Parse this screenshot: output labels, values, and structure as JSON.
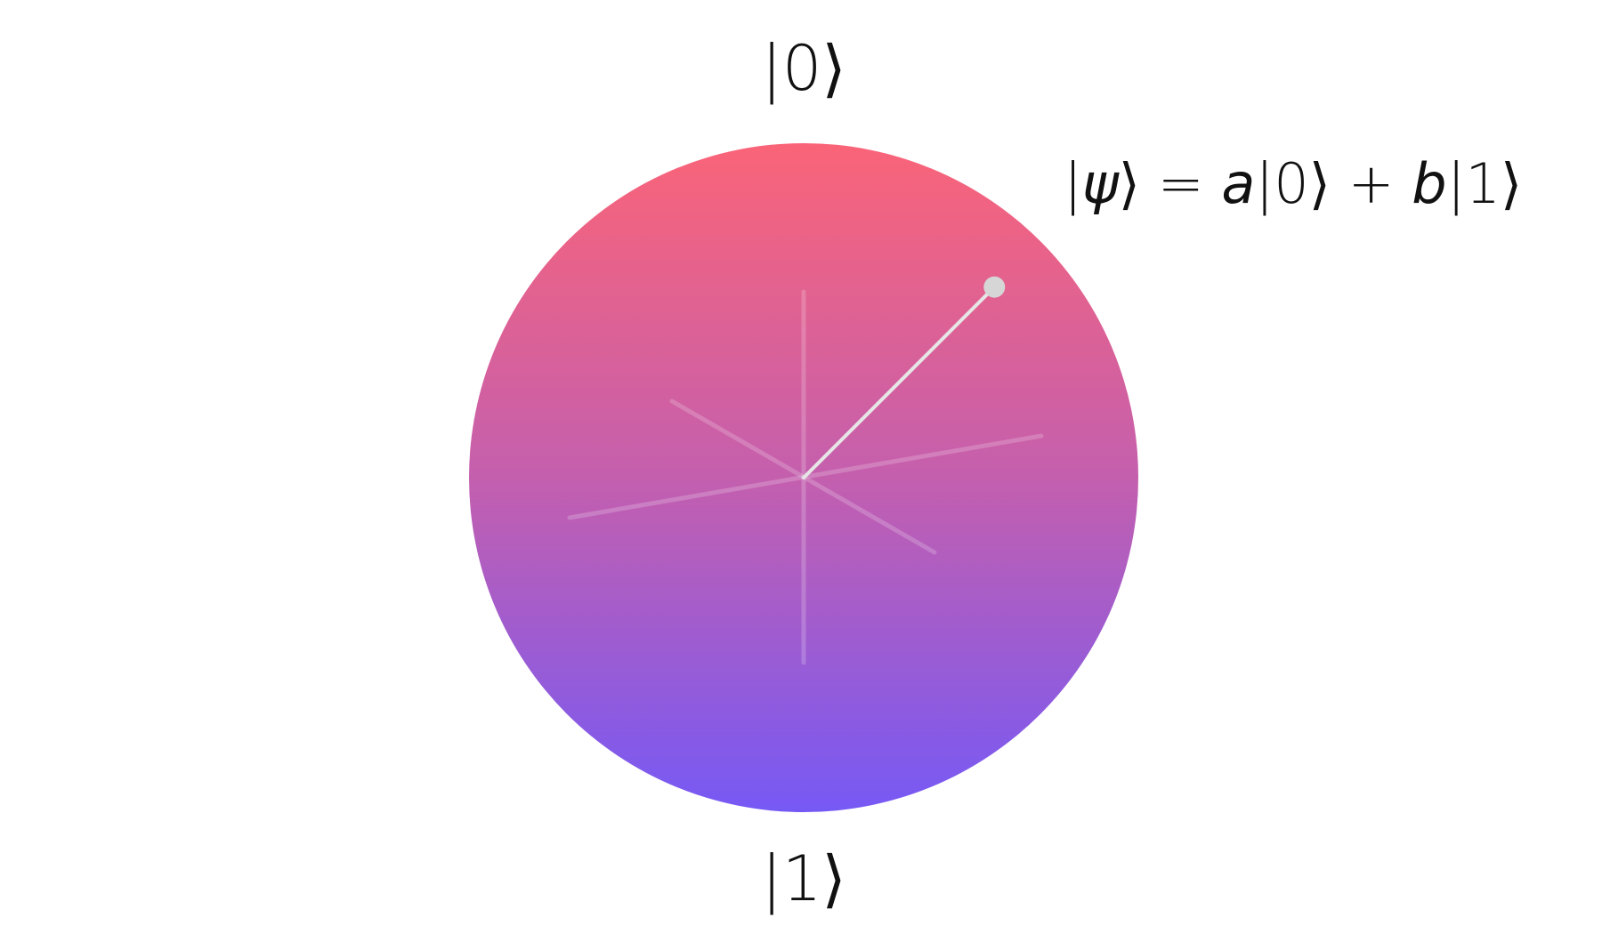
{
  "labels": {
    "ket_zero": "|0⟩",
    "ket_one": "|1⟩",
    "state": {
      "ket_open": "|",
      "psi": "ψ",
      "ket_close": "⟩",
      "equals": " = ",
      "coef_a": "a",
      "ket_zero": "|0⟩",
      "plus": " + ",
      "coef_b": "b",
      "ket_one": "|1⟩"
    }
  },
  "colors": {
    "sphere_top": "#fa6478",
    "sphere_middle": "#c45fae",
    "sphere_bottom": "#7659f5",
    "axis": "#ffffff",
    "state_vector": "#e6e6e6",
    "state_point": "#d6d6d6",
    "text": "#111111"
  },
  "state_vector": {
    "theta_deg": 45,
    "phi_deg": 0
  }
}
